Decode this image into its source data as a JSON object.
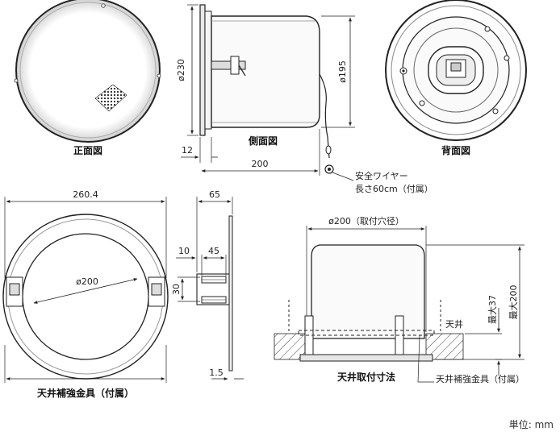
{
  "views": {
    "front": {
      "caption": "正面図"
    },
    "side": {
      "caption": "側面図",
      "dia_230": "ø230",
      "dia_195": "ø195",
      "dim_12": "12",
      "dim_200": "200",
      "wire_note_1": "安全ワイヤー",
      "wire_note_2": "長さ60cm（付属）"
    },
    "back": {
      "caption": "背面図"
    },
    "bracket_front": {
      "caption": "天井補強金具（付属）",
      "dim_width": "260.4",
      "dia_200": "ø200"
    },
    "bracket_side": {
      "dim_65": "65",
      "dim_10": "10",
      "dim_45": "45",
      "dim_30": "30",
      "dim_1_5": "1.5"
    },
    "install": {
      "caption": "天井取付寸法",
      "hole": "ø200（取付穴径）",
      "max37": "最大37",
      "max200": "最大200",
      "ceiling": "天井",
      "bracket_label": "天井補強金具（付属）"
    }
  },
  "unit_label": "単位: mm"
}
